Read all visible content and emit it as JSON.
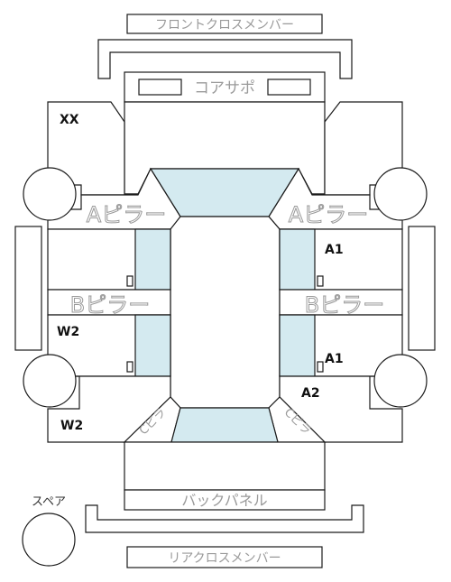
{
  "parts": {
    "front_cross_member": "フロントクロスメンバー",
    "core_support": "コアサポ",
    "a_pillar_left": "Aピラー",
    "a_pillar_right": "Aピラー",
    "b_pillar_left": "Bピラー",
    "b_pillar_right": "Bピラー",
    "back_panel": "バックパネル",
    "rear_cross_member": "リアクロスメンバー",
    "spare": "スペア",
    "c_pillar_left": "Cピラ",
    "c_pillar_right": "Cピラ"
  },
  "marks": {
    "front_left": "XX",
    "right_upper": "A1",
    "right_lower": "A1",
    "right_rear": "A2",
    "left_middle": "W2",
    "left_rear": "W2"
  },
  "colors": {
    "glass": "#d4eaf0",
    "line": "#1a1a1a",
    "label_gray": "#9a9a9a"
  }
}
